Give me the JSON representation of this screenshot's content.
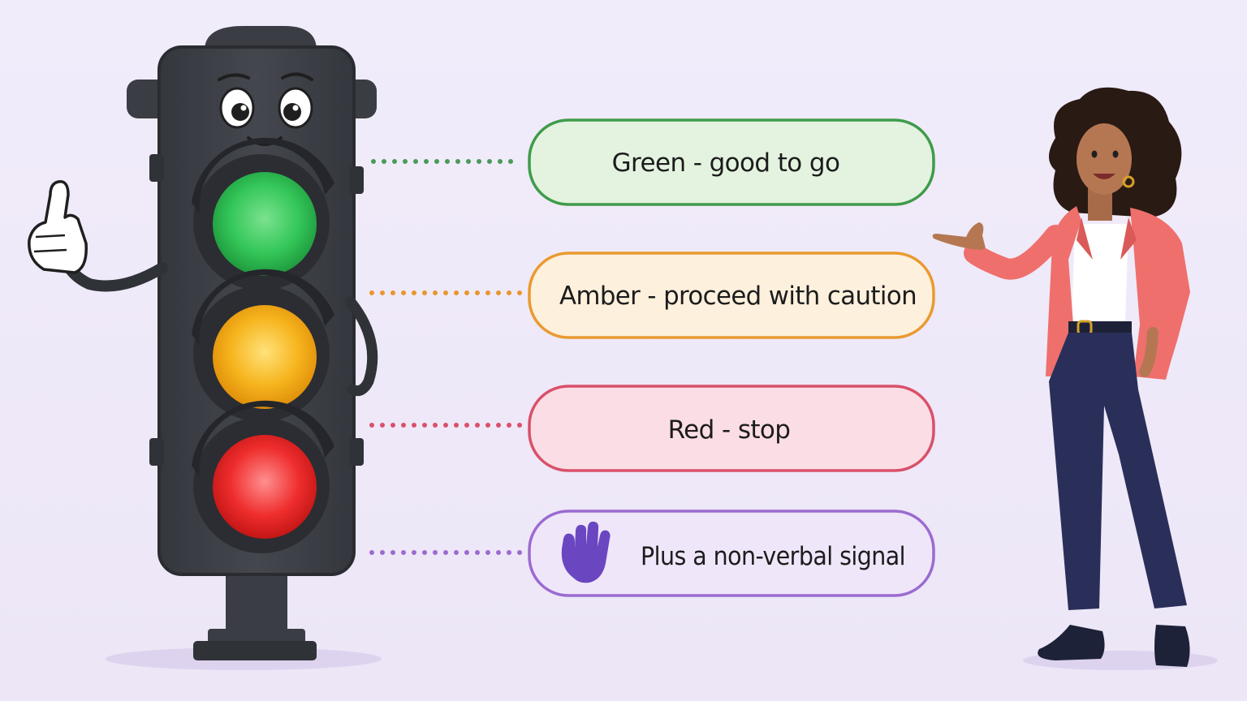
{
  "signals": [
    {
      "label": "Green - good to go",
      "color": "#3f9b4a",
      "fill": "#e3f3df",
      "dot": "#4a9a58"
    },
    {
      "label": "Amber - proceed with caution",
      "color": "#e99a30",
      "fill": "#fdf0dc",
      "dot": "#e8962e"
    },
    {
      "label": "Red - stop",
      "color": "#d9506a",
      "fill": "#fbdde5",
      "dot": "#d9506a"
    },
    {
      "label": "Plus a non-verbal signal",
      "color": "#9b6bd0",
      "fill": "#efe6fa",
      "dot": "#9b6bd0",
      "icon": "raised-hand-icon"
    }
  ],
  "lights": {
    "green": "#34c759",
    "amber": "#f6b41d",
    "red": "#ef2d2d",
    "housing": "#3c3f46"
  }
}
